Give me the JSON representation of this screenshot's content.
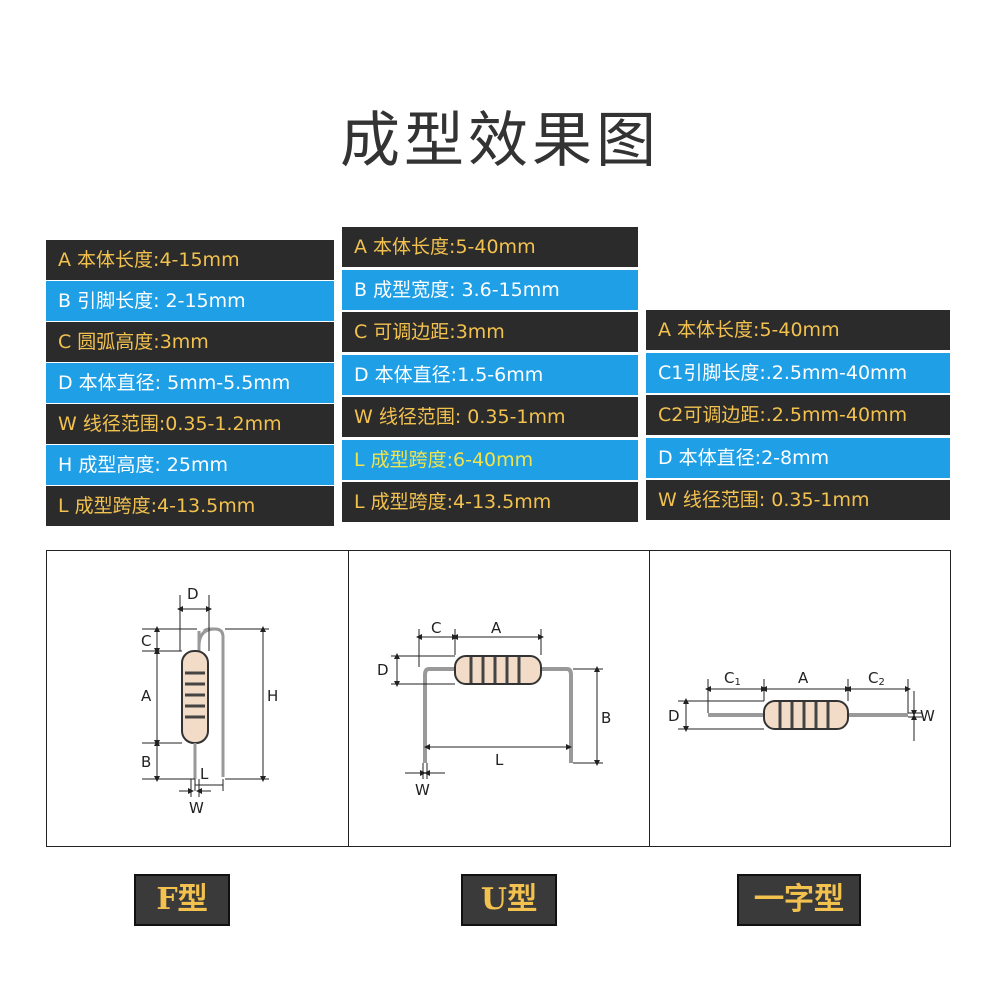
{
  "title": "成型效果图",
  "spec_f": [
    "A 本体长度:4-15mm",
    "B 引脚长度: 2-15mm",
    "C 圆弧高度:3mm",
    "D 本体直径: 5mm-5.5mm",
    "W 线径范围:0.35-1.2mm",
    "H 成型高度: 25mm",
    "L 成型跨度:4-13.5mm"
  ],
  "spec_u": [
    "A 本体长度:5-40mm",
    "B 成型宽度: 3.6-15mm",
    "C 可调边距:3mm",
    "D 本体直径:1.5-6mm",
    "W 线径范围: 0.35-1mm",
    "L 成型跨度:6-40mm",
    "L 成型跨度:4-13.5mm"
  ],
  "spec_line": [
    "A 本体长度:5-40mm",
    "C1引脚长度:.2.5mm-40mm",
    "C2可调边距:.2.5mm-40mm",
    "D 本体直径:2-8mm",
    "W 线径范围: 0.35-1mm"
  ],
  "diagram_f": {
    "D": "D",
    "C": "C",
    "A": "A",
    "B": "B",
    "H": "H",
    "L": "L",
    "W": "W"
  },
  "diagram_u": {
    "C": "C",
    "A": "A",
    "D": "D",
    "B": "B",
    "L": "L",
    "W": "W"
  },
  "diagram_line": {
    "C1": "C",
    "C1_sub": "1",
    "A": "A",
    "C2": "C",
    "C2_sub": "2",
    "D": "D",
    "W": "W"
  },
  "type_labels": {
    "f": "F型",
    "u": "U型",
    "line": "一字型"
  },
  "colors": {
    "dark_row": "#2b2b2b",
    "blue_row": "#1e9fe6",
    "text_yellow": "#f2c14e",
    "text_white": "#ffffff"
  }
}
